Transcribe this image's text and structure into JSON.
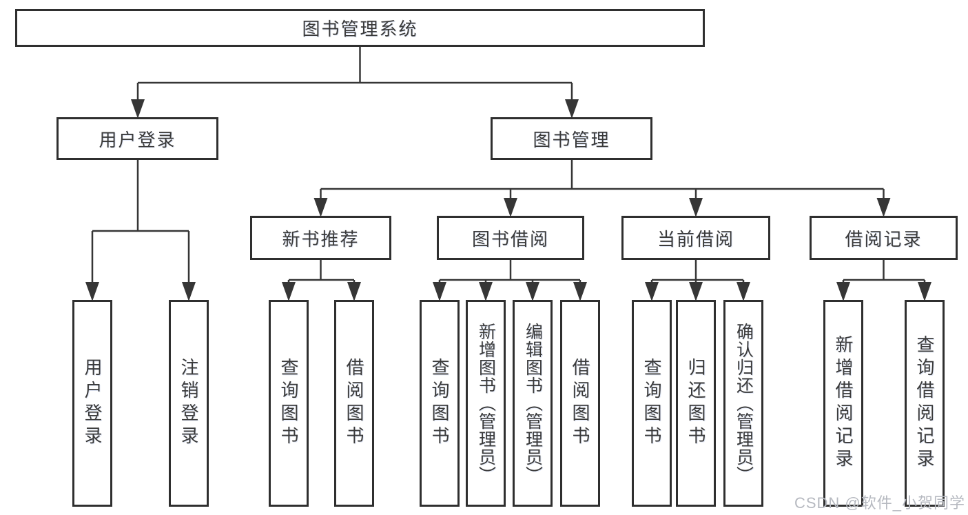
{
  "root": {
    "label": "图书管理系统"
  },
  "branches": [
    {
      "label": "用户登录",
      "leaves": [
        {
          "label": "用户登录"
        },
        {
          "label": "注销登录"
        }
      ]
    },
    {
      "label": "图书管理",
      "children": [
        {
          "label": "新书推荐",
          "leaves": [
            {
              "label": "查询图书"
            },
            {
              "label": "借阅图书"
            }
          ]
        },
        {
          "label": "图书借阅",
          "leaves": [
            {
              "label": "查询图书"
            },
            {
              "label": "新增图书（管理员）"
            },
            {
              "label": "编辑图书（管理员）"
            },
            {
              "label": "借阅图书"
            }
          ]
        },
        {
          "label": "当前借阅",
          "leaves": [
            {
              "label": "查询图书"
            },
            {
              "label": "归还图书"
            },
            {
              "label": "确认归还（管理员）"
            }
          ]
        },
        {
          "label": "借阅记录",
          "leaves": [
            {
              "label": "新增借阅记录"
            },
            {
              "label": "查询借阅记录"
            }
          ]
        }
      ]
    }
  ],
  "watermark": {
    "text": "CSDN @软件_小贺同学"
  },
  "colors": {
    "line": "#363636",
    "border": "#2f2f2f",
    "background": "#ffffff",
    "text": "#3a3a3a",
    "watermark": "#b6b9c0"
  }
}
